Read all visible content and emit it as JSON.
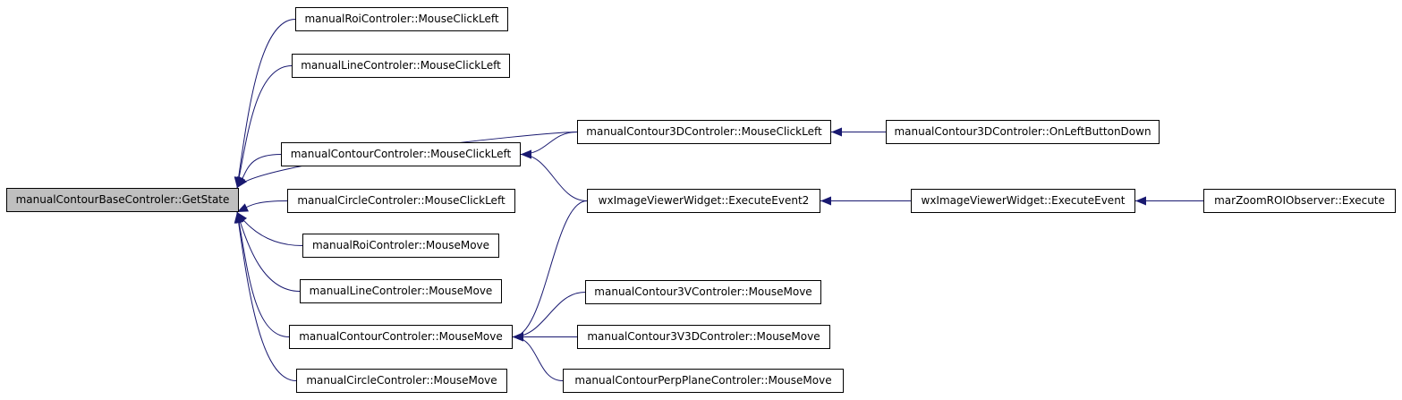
{
  "colors": {
    "edge": "#191970",
    "root_fill": "#bfbfbf",
    "node_fill": "#ffffff",
    "border": "#000000"
  },
  "nodes": {
    "root": "manualContourBaseControler::GetState",
    "roi_click": "manualRoiControler::MouseClickLeft",
    "line_click": "manualLineControler::MouseClickLeft",
    "contour_click": "manualContourControler::MouseClickLeft",
    "circle_click": "manualCircleControler::MouseClickLeft",
    "roi_move": "manualRoiControler::MouseMove",
    "line_move": "manualLineControler::MouseMove",
    "contour_move": "manualContourControler::MouseMove",
    "circle_move": "manualCircleControler::MouseMove",
    "c3d_click": "manualContour3DControler::MouseClickLeft",
    "c3d_down": "manualContour3DControler::OnLeftButtonDown",
    "exec2": "wxImageViewerWidget::ExecuteEvent2",
    "exec": "wxImageViewerWidget::ExecuteEvent",
    "zoom_exec": "marZoomROIObserver::Execute",
    "c3v_move": "manualContour3VControler::MouseMove",
    "c3v3d_move": "manualContour3V3DControler::MouseMove",
    "perp_move": "manualContourPerpPlaneControler::MouseMove"
  },
  "edges": [
    [
      "roi_click",
      "root"
    ],
    [
      "line_click",
      "root"
    ],
    [
      "contour_click",
      "root"
    ],
    [
      "circle_click",
      "root"
    ],
    [
      "roi_move",
      "root"
    ],
    [
      "line_move",
      "root"
    ],
    [
      "contour_move",
      "root"
    ],
    [
      "circle_move",
      "root"
    ],
    [
      "c3d_click",
      "root"
    ],
    [
      "c3d_click",
      "contour_click"
    ],
    [
      "c3d_down",
      "c3d_click"
    ],
    [
      "exec2",
      "contour_click"
    ],
    [
      "exec2",
      "contour_move"
    ],
    [
      "exec",
      "exec2"
    ],
    [
      "zoom_exec",
      "exec"
    ],
    [
      "c3v_move",
      "contour_move"
    ],
    [
      "c3v3d_move",
      "contour_move"
    ],
    [
      "perp_move",
      "contour_move"
    ]
  ]
}
